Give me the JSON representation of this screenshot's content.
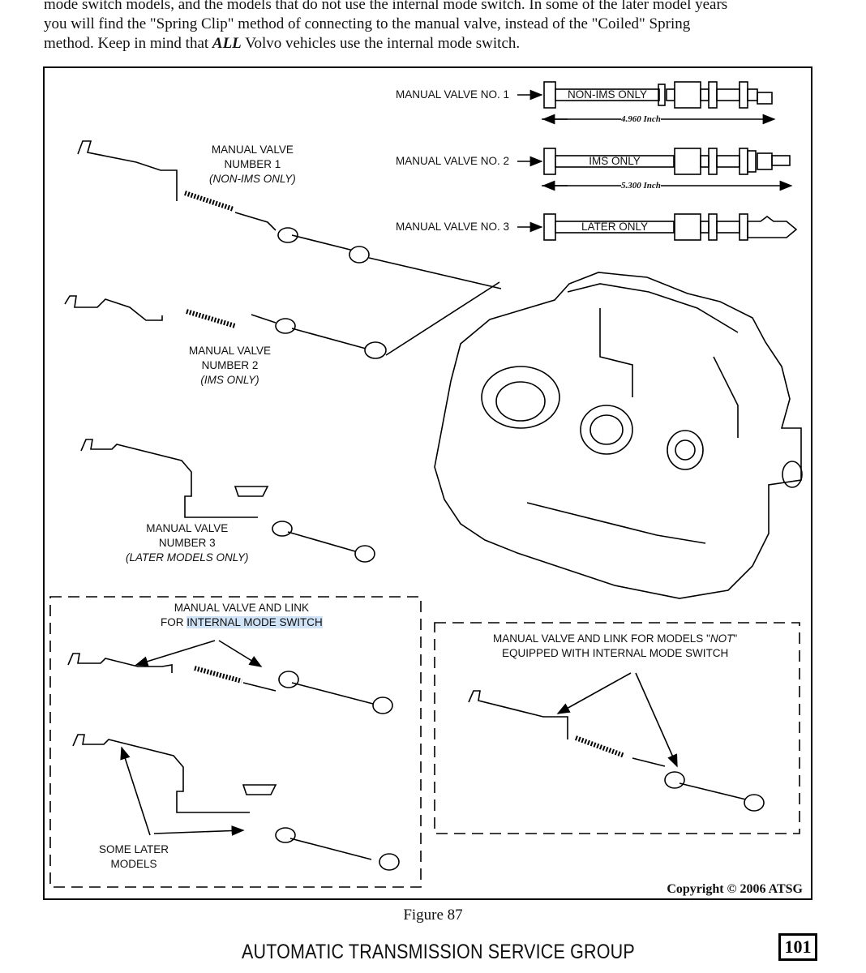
{
  "intro": {
    "line1": "mode switch models, and the models that do not use the internal mode switch.  In some of the later model years",
    "line2": "you will find the \"Spring Clip\" method of connecting to the manual valve, instead of the \"Coiled\" Spring",
    "line3_pre": "method.  Keep in mind that ",
    "line3_em": "ALL",
    "line3_post": " Volvo vehicles use the internal mode switch."
  },
  "figure": {
    "valve1": {
      "label": "MANUAL VALVE NO. 1",
      "band": "NON-IMS ONLY",
      "dim": "4.960 Inch"
    },
    "valve2": {
      "label": "MANUAL VALVE NO. 2",
      "band": "IMS ONLY",
      "dim": "5.300 Inch"
    },
    "valve3": {
      "label": "MANUAL VALVE NO. 3",
      "band": "LATER ONLY"
    },
    "callout1": {
      "l1": "MANUAL VALVE",
      "l2": "NUMBER 1",
      "l3": "(NON-IMS ONLY)"
    },
    "callout2": {
      "l1": "MANUAL VALVE",
      "l2": "NUMBER 2",
      "l3": "(IMS ONLY)"
    },
    "callout3": {
      "l1": "MANUAL VALVE",
      "l2": "NUMBER 3",
      "l3": "(LATER MODELS ONLY)"
    },
    "box_left": {
      "l1": "MANUAL VALVE AND LINK",
      "l2_pre": "FOR ",
      "l2_hl": "INTERNAL MODE SWITCH"
    },
    "box_left_note": {
      "l1": "SOME LATER",
      "l2": "MODELS"
    },
    "box_right": {
      "l1_pre": "MANUAL VALVE AND LINK FOR MODELS \"",
      "l1_it": "NOT",
      "l1_post": "\"",
      "l2": "EQUIPPED WITH INTERNAL MODE SWITCH"
    },
    "copyright": "Copyright © 2006 ATSG"
  },
  "caption": "Figure 87",
  "footer": "AUTOMATIC TRANSMISSION SERVICE GROUP",
  "page_number": "101",
  "colors": {
    "highlight": "#cfe2f6",
    "ink": "#111111"
  }
}
